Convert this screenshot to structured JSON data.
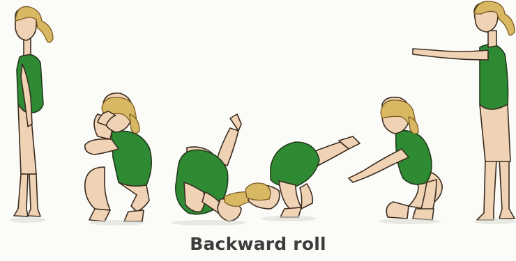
{
  "caption": "Backward roll",
  "colors": {
    "skin": "#f0d3b4",
    "suit": "#2f8a34",
    "hair": "#d8b862",
    "background": "#fbfbf8",
    "caption_text": "#3c3c3c"
  },
  "stages": [
    {
      "name": "standing-start"
    },
    {
      "name": "crouch-hands-by-ears"
    },
    {
      "name": "rolling-back-onto-shoulders"
    },
    {
      "name": "pushing-over-head"
    },
    {
      "name": "landing-crouch"
    },
    {
      "name": "standing-finish-arms-forward"
    }
  ]
}
